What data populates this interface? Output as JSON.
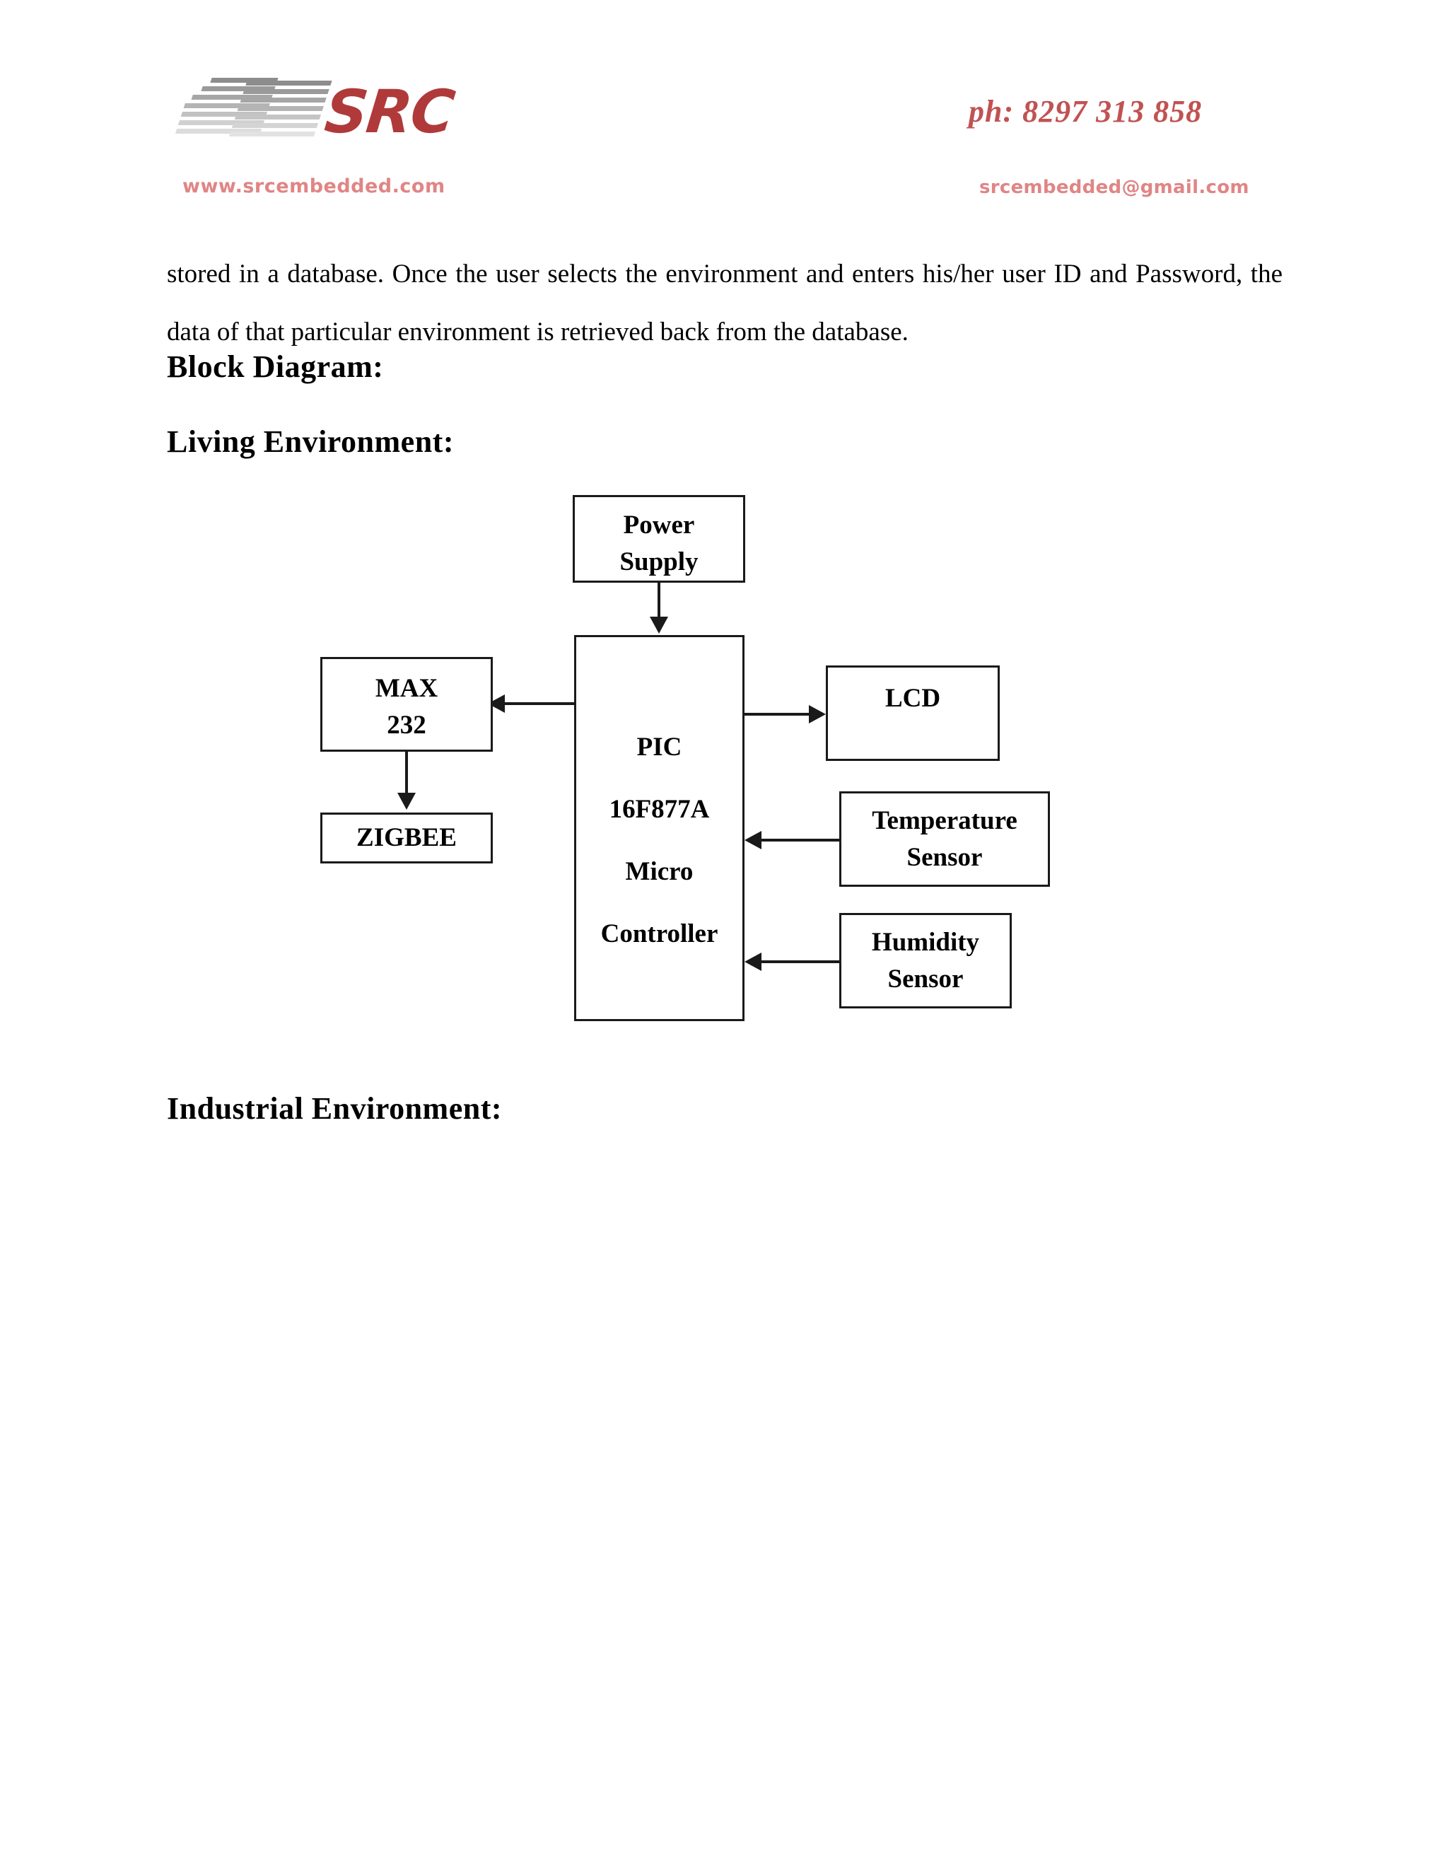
{
  "header": {
    "logo_word": "SRC",
    "site_url": "www.srcembedded.com",
    "phone": "ph: 8297 313 858",
    "email": "srcembedded@gmail.com"
  },
  "document": {
    "intro_paragraph": "stored in a database. Once the user selects the environment and enters his/her user ID and Password, the data of that particular environment is retrieved back from the database.",
    "heading_block_diagram": "Block Diagram:",
    "heading_living_environment": "Living Environment:",
    "heading_industrial_environment": "Industrial Environment:"
  },
  "diagram": {
    "nodes": {
      "power_supply": {
        "line1": "Power",
        "line2": "Supply"
      },
      "pic": {
        "line1": "PIC",
        "line2": "16F877A",
        "line3": "Micro",
        "line4": "Controller"
      },
      "max232": {
        "line1": "MAX",
        "line2": "232"
      },
      "zigbee": {
        "line1": "ZIGBEE"
      },
      "lcd": {
        "line1": "LCD"
      },
      "temperature": {
        "line1": "Temperature",
        "line2": "Sensor"
      },
      "humidity": {
        "line1": "Humidity",
        "line2": "Sensor"
      }
    },
    "edges": [
      {
        "from": "power_supply",
        "to": "pic",
        "direction": "down"
      },
      {
        "from": "pic",
        "to": "max232",
        "direction": "left"
      },
      {
        "from": "max232",
        "to": "zigbee",
        "direction": "down"
      },
      {
        "from": "pic",
        "to": "lcd",
        "direction": "right"
      },
      {
        "from": "temperature",
        "to": "pic",
        "direction": "left"
      },
      {
        "from": "humidity",
        "to": "pic",
        "direction": "left"
      }
    ],
    "line_color": "#1a1a1a"
  }
}
